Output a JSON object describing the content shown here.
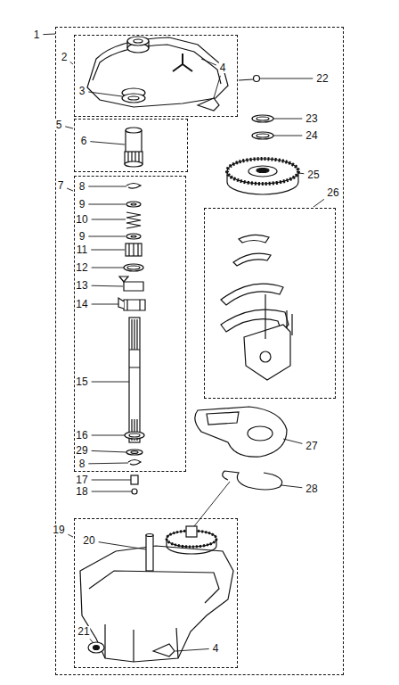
{
  "diagram": {
    "nodes": [
      {
        "text": [
          "1"
        ]
      },
      {
        "text": [
          "2"
        ],
        "in": 0
      },
      {
        "text": [
          "5"
        ],
        "in": 0
      },
      {
        "text": [
          "7"
        ],
        "in": 0
      },
      {
        "text": [
          "26"
        ],
        "in": 0
      },
      {
        "text": [
          "19"
        ],
        "in": 0
      }
    ],
    "labels": [
      "3",
      "4",
      "22",
      "6",
      "8",
      "9",
      "10",
      "9",
      "11",
      "12",
      "13",
      "14",
      "15",
      "16",
      "29",
      "8",
      "17",
      "18",
      "23",
      "24",
      "25",
      "27",
      "28",
      "20",
      "21",
      "4"
    ]
  }
}
